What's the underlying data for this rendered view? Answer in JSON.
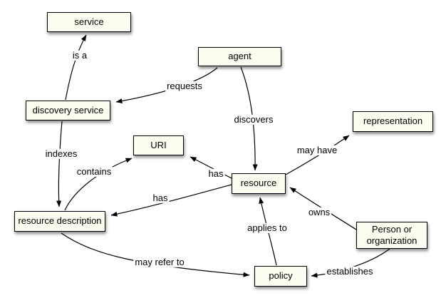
{
  "diagram": {
    "colors": {
      "background": "#ffffff",
      "node_fill": "#fdfcf0",
      "node_border": "#000000",
      "edge_stroke": "#000000",
      "text": "#000000"
    },
    "nodes": {
      "service": {
        "label": "service"
      },
      "agent": {
        "label": "agent"
      },
      "discovery_service": {
        "label": "discovery service"
      },
      "uri": {
        "label": "URI"
      },
      "resource": {
        "label": "resource"
      },
      "representation": {
        "label": "representation"
      },
      "resource_description": {
        "label": "resource description"
      },
      "person_or_organization": {
        "label": "Person or organization"
      },
      "policy": {
        "label": "policy"
      }
    },
    "edges": [
      {
        "from": "discovery service",
        "to": "service",
        "label": "is a"
      },
      {
        "from": "agent",
        "to": "discovery service",
        "label": "requests"
      },
      {
        "from": "agent",
        "to": "resource",
        "label": "discovers"
      },
      {
        "from": "discovery service",
        "to": "resource description",
        "label": "indexes"
      },
      {
        "from": "resource description",
        "to": "URI",
        "label": "contains"
      },
      {
        "from": "resource",
        "to": "URI",
        "label": "has"
      },
      {
        "from": "resource",
        "to": "resource description",
        "label": "has"
      },
      {
        "from": "resource",
        "to": "representation",
        "label": "may have"
      },
      {
        "from": "Person or organization",
        "to": "resource",
        "label": "owns"
      },
      {
        "from": "policy",
        "to": "resource",
        "label": "applies to"
      },
      {
        "from": "resource description",
        "to": "policy",
        "label": "may refer to"
      },
      {
        "from": "Person or organization",
        "to": "policy",
        "label": "establishes"
      }
    ]
  }
}
